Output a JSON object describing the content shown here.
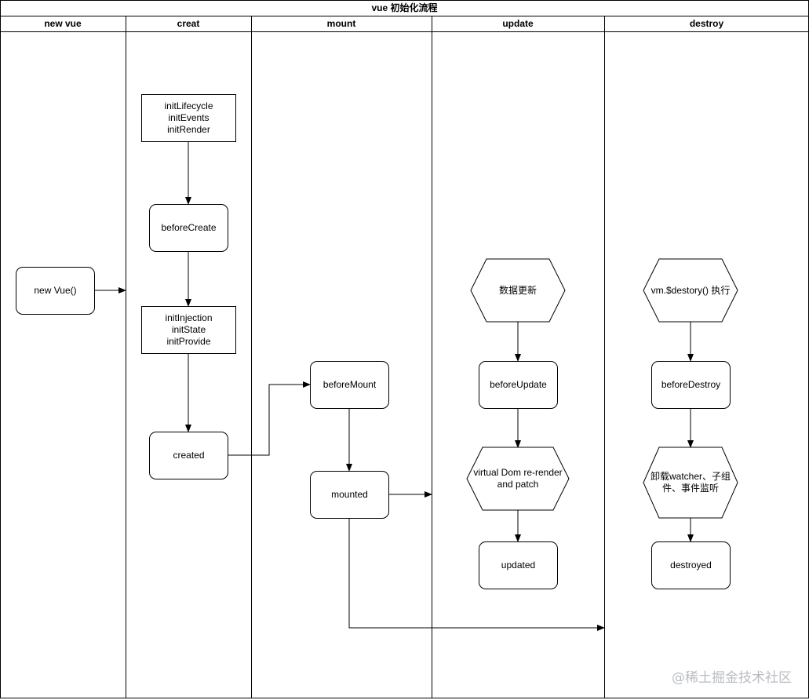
{
  "title": "vue 初始化流程",
  "lanes": [
    "new vue",
    "creat",
    "mount",
    "update",
    "destroy"
  ],
  "nodes": {
    "new_vue": "new Vue()",
    "init_lifecycle": "initLifecycle\ninitEvents\ninitRender",
    "before_create": "beforeCreate",
    "init_injection": "initInjection\ninitState\ninitProvide",
    "created": "created",
    "before_mount": "beforeMount",
    "mounted": "mounted",
    "data_update": "数据更新",
    "before_update": "beforeUpdate",
    "vdom_patch": "virtual Dom re-render\nand patch",
    "updated": "updated",
    "vm_destroy": "vm.$destory() 执行",
    "before_destroy": "beforeDestroy",
    "unload": "卸载watcher、子组\n件、事件监听",
    "destroyed": "destroyed"
  },
  "watermark": "@稀土掘金技术社区"
}
